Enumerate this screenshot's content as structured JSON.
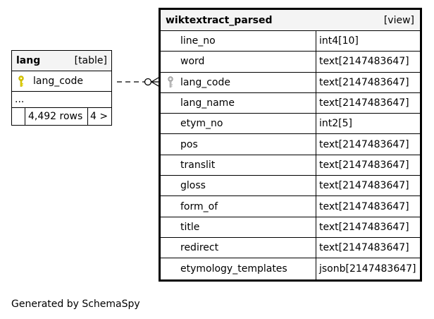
{
  "lang_table": {
    "name": "lang",
    "kind": "[table]",
    "columns": [
      {
        "name": "lang_code",
        "key": "primary-key"
      }
    ],
    "ellipsis": "...",
    "row_count": "4,492 rows",
    "children": "4 >"
  },
  "wik_table": {
    "name": "wiktextract_parsed",
    "kind": "[view]",
    "columns": [
      {
        "name": "line_no",
        "type": "int4[10]",
        "key": ""
      },
      {
        "name": "word",
        "type": "text[2147483647]",
        "key": ""
      },
      {
        "name": "lang_code",
        "type": "text[2147483647]",
        "key": "foreign-key"
      },
      {
        "name": "lang_name",
        "type": "text[2147483647]",
        "key": ""
      },
      {
        "name": "etym_no",
        "type": "int2[5]",
        "key": ""
      },
      {
        "name": "pos",
        "type": "text[2147483647]",
        "key": ""
      },
      {
        "name": "translit",
        "type": "text[2147483647]",
        "key": ""
      },
      {
        "name": "gloss",
        "type": "text[2147483647]",
        "key": ""
      },
      {
        "name": "form_of",
        "type": "text[2147483647]",
        "key": ""
      },
      {
        "name": "title",
        "type": "text[2147483647]",
        "key": ""
      },
      {
        "name": "redirect",
        "type": "text[2147483647]",
        "key": ""
      },
      {
        "name": "etymology_templates",
        "type": "jsonb[2147483647]",
        "key": ""
      }
    ]
  },
  "footer": {
    "generated_by": "Generated by SchemaSpy"
  },
  "colors": {
    "header_bg": "#f4f4f4",
    "primary_key": "#e6d400",
    "foreign_key": "#a0a0a0",
    "border": "#000000"
  }
}
